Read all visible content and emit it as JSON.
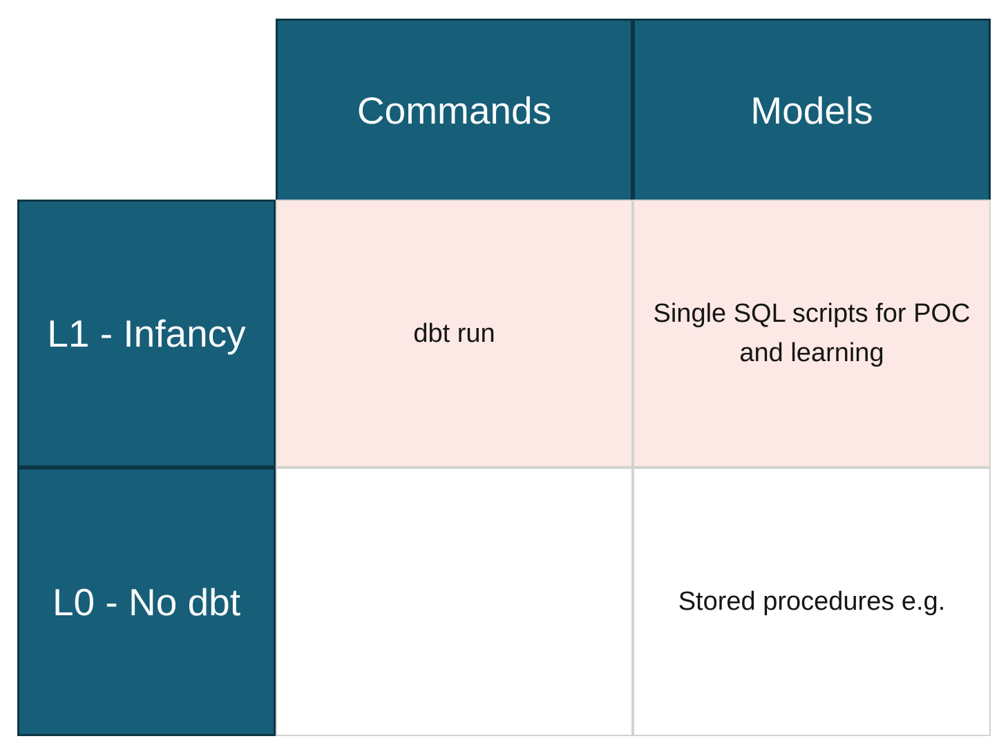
{
  "table": {
    "header": {
      "corner": "",
      "columns": [
        "Commands",
        "Models"
      ]
    },
    "rows": [
      {
        "label": "L1 - Infancy",
        "commands": "dbt run",
        "models": "Single SQL scripts for POC and learning",
        "highlighted": true
      },
      {
        "label": "L0 - No dbt",
        "commands": "",
        "models": "Stored procedures e.g.",
        "highlighted": false
      }
    ],
    "colors": {
      "header_bg": "#175E78",
      "header_border": "#0D3544",
      "header_text": "#FAFCFC",
      "row_highlight_bg": "#FCE8E5",
      "cell_border": "#D2D2D2",
      "cell_text": "#151515"
    }
  }
}
